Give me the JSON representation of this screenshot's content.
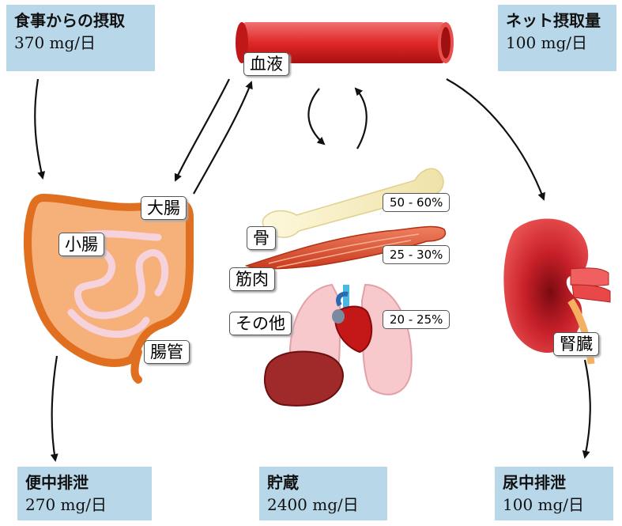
{
  "boxes": {
    "intake": {
      "line1": "食事からの摂取",
      "line2": "370 mg/日"
    },
    "net": {
      "line1": "ネット摂取量",
      "line2": "100 mg/日"
    },
    "fecal": {
      "line1": "便中排泄",
      "line2": "270 mg/日"
    },
    "storage": {
      "line1": "貯蔵",
      "line2": "2400 mg/日"
    },
    "urine": {
      "line1": "尿中排泄",
      "line2": "100 mg/日"
    }
  },
  "labels": {
    "blood": "血液",
    "large_intestine": "大腸",
    "small_intestine": "小腸",
    "intestinal_tract": "腸管",
    "bone": "骨",
    "muscle": "筋肉",
    "other": "その他",
    "kidney": "腎臓"
  },
  "percentages": {
    "bone": "50 - 60%",
    "muscle": "25 - 30%",
    "other": "20 - 25%"
  },
  "colors": {
    "box_fill": "#b8d8ea",
    "blood_vessel": "#e23a3a",
    "intestine": "#f0883c",
    "kidney": "#c8202a",
    "bone": "#f6efc8",
    "muscle": "#e05a3a"
  }
}
